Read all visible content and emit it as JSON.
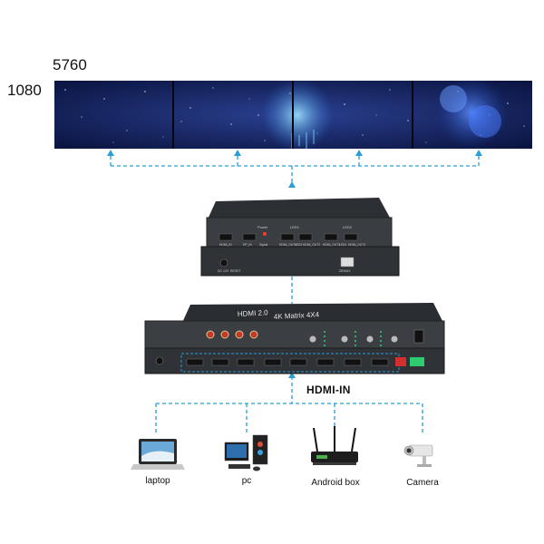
{
  "resolution": {
    "width": "5760",
    "height": "1080"
  },
  "receiver": {
    "top_labels": [
      "Power",
      "LED1",
      "LED2"
    ],
    "port_labels": [
      "HDMI_IN",
      "DP_IN",
      "Signal",
      "HDMI_OUT1",
      "LED3",
      "HDMI_OUT2",
      "HDMI_OUT3",
      "LED4",
      "HDMI_OUT4"
    ],
    "rear_labels": [
      "DC 12V",
      "RESET",
      "DEMUX"
    ]
  },
  "matrix": {
    "front_title": "HDMI 2.0",
    "front_subtitle": "4K Matrix 4X4"
  },
  "hdmi_in_label": "HDMI-IN",
  "sources": [
    {
      "label": "laptop",
      "icon": "laptop-icon"
    },
    {
      "label": "pc",
      "icon": "pc-icon"
    },
    {
      "label": "Android box",
      "icon": "android-box-icon"
    },
    {
      "label": "Camera",
      "icon": "camera-icon"
    }
  ],
  "colors": {
    "connector": "#2a9fd6",
    "device_body": "#3a3d42",
    "wall_bg": "#0d1a4a"
  }
}
